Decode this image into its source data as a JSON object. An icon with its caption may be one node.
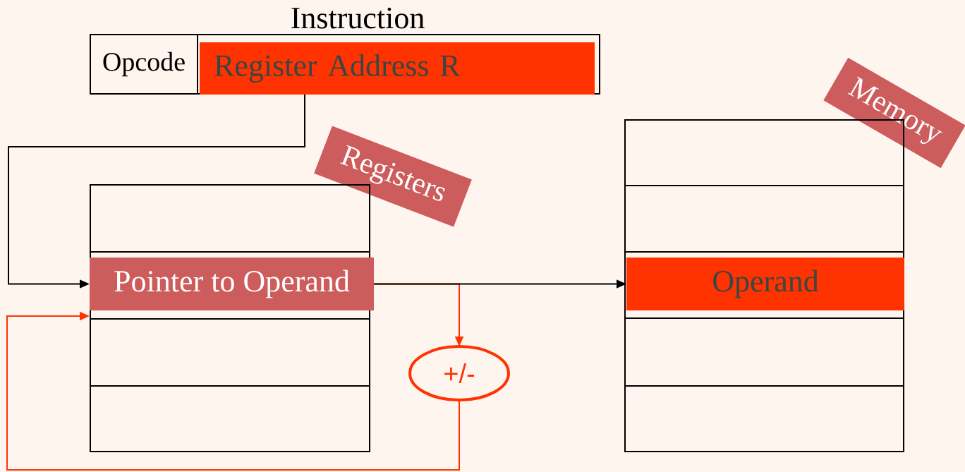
{
  "diagram": {
    "nodes": [
      {
        "text": [
          "Instruction"
        ]
      },
      {
        "text": [
          "Opcode"
        ],
        "in": 0
      },
      {
        "text": [
          "Register Address R"
        ],
        "in": 0
      },
      {
        "text": [
          "Registers"
        ]
      },
      {
        "text": [],
        "shape": "box"
      },
      {
        "text": [
          "Pointer to Operand"
        ]
      },
      {
        "text": [],
        "shape": "box"
      },
      {
        "text": [],
        "shape": "box"
      },
      {
        "text": [
          "Memory"
        ]
      },
      {
        "text": [],
        "shape": "box"
      },
      {
        "text": [],
        "shape": "box"
      },
      {
        "text": [
          "Operand"
        ]
      },
      {
        "text": [],
        "shape": "box"
      },
      {
        "text": [],
        "shape": "box"
      },
      {
        "text": [
          "+/-"
        ]
      }
    ],
    "edges": [
      {
        "from": 2,
        "to": 5,
        "arrow": "to"
      },
      {
        "from": 5,
        "to": 14,
        "arrow": "to",
        "color": "#ff3300"
      },
      {
        "from": 5,
        "to": 11,
        "arrow": "to"
      },
      {
        "from": 14,
        "to": 5,
        "arrow": "to",
        "color": "#ff3300"
      }
    ]
  }
}
